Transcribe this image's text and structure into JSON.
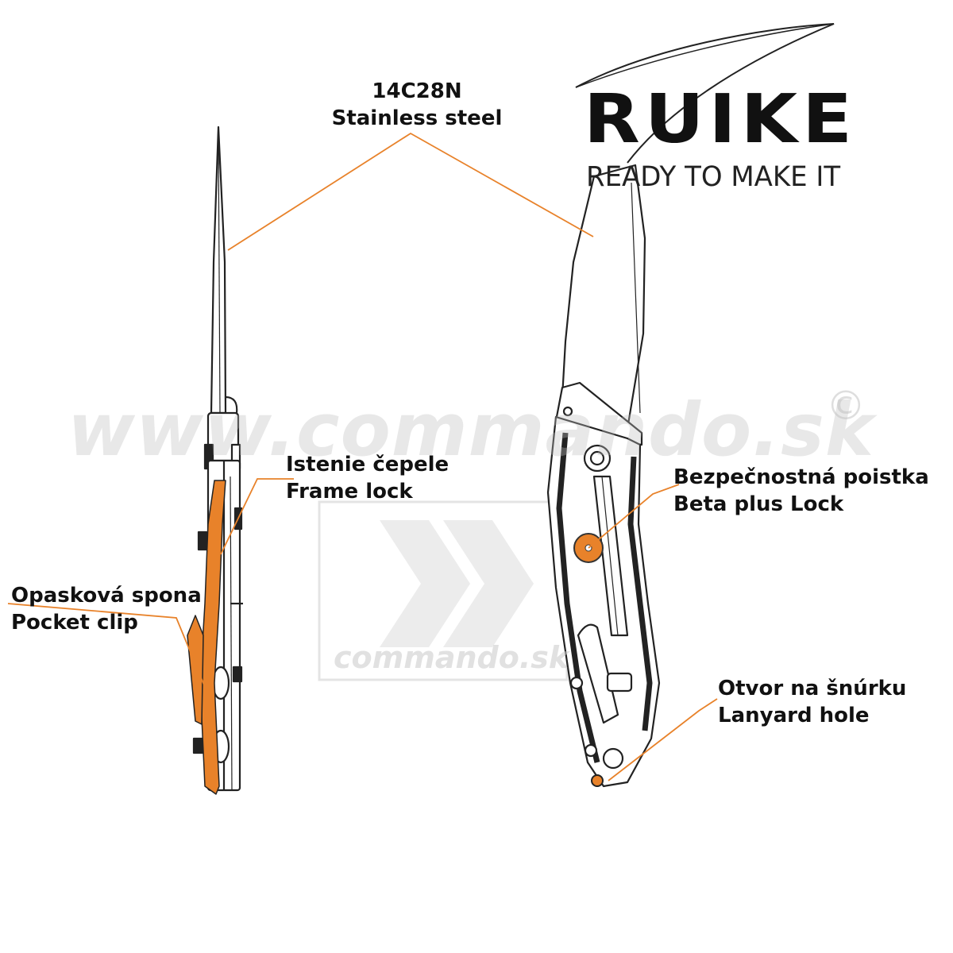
{
  "brand": {
    "name": "RUIKE",
    "tagline": "READY TO MAKE IT"
  },
  "watermark": {
    "url": "www.commando.sk",
    "copyright": "©",
    "box_text": "commando.sk"
  },
  "callouts": {
    "blade_steel": {
      "line1": "14C28N",
      "line2": "Stainless steel"
    },
    "frame_lock": {
      "line1": "Istenie čepele",
      "line2": "Frame lock"
    },
    "pocket_clip": {
      "line1": "Opasková spona",
      "line2": "Pocket clip"
    },
    "safety_lock": {
      "line1": "Bezpečnostná poistka",
      "line2": "Beta plus Lock"
    },
    "lanyard_hole": {
      "line1": "Otvor na šnúrku",
      "line2": "Lanyard hole"
    }
  },
  "colors": {
    "accent": "#e8822a",
    "line": "#222222",
    "text": "#111111"
  }
}
